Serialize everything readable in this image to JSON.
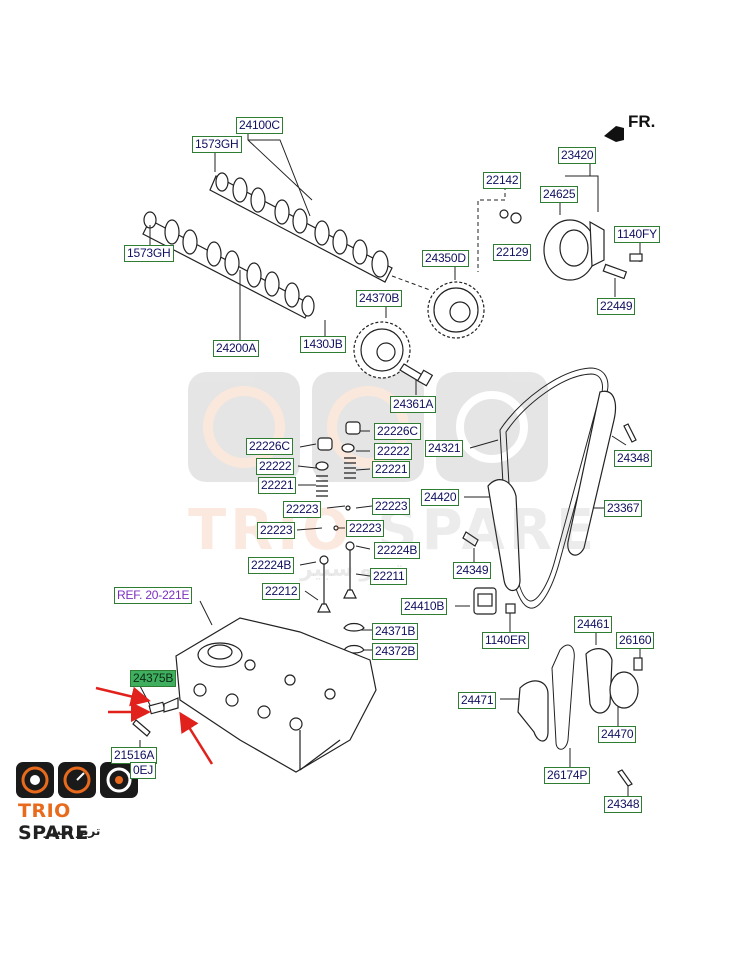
{
  "diagram": {
    "direction_label": "FR.",
    "ref_label": "REF. 20-221E",
    "labels": {
      "l24100C": "24100C",
      "l1573GH_top": "1573GH",
      "l1573GH_bottom": "1573GH",
      "l24200A": "24200A",
      "l1430JB": "1430JB",
      "l24370B": "24370B",
      "l24350D": "24350D",
      "l24361A": "24361A",
      "l22142": "22142",
      "l22129": "22129",
      "l23420": "23420",
      "l24625": "24625",
      "l1140FY": "1140FY",
      "l22449": "22449",
      "l22226C_left": "22226C",
      "l22226C_right": "22226C",
      "l22222_left": "22222",
      "l22222_right": "22222",
      "l22221_left": "22221",
      "l22221_right": "22221",
      "l22223_a": "22223",
      "l22223_b": "22223",
      "l22223_c": "22223",
      "l22223_d": "22223",
      "l22224B_left": "22224B",
      "l22224B_right": "22224B",
      "l22212": "22212",
      "l22211": "22211",
      "l24321": "24321",
      "l24420": "24420",
      "l24348_top": "24348",
      "l23367": "23367",
      "l24349": "24349",
      "l24410B": "24410B",
      "l1140ER": "1140ER",
      "l24371B": "24371B",
      "l24372B": "24372B",
      "l24375B": "24375B",
      "l21516A": "21516A",
      "l0EJ": "0EJ",
      "l24461": "24461",
      "l26160": "26160",
      "l24471": "24471",
      "l24470": "24470",
      "l26174P": "26174P",
      "l24348_bottom": "24348"
    }
  },
  "watermark": {
    "brand_left": "TRIO",
    "brand_right": "SPARE",
    "arabic": "تريو سبير"
  },
  "colors": {
    "label_border": "#2e7d32",
    "label_text": "#101060",
    "highlight_fill": "#3fae5f",
    "arrow": "#e0211c",
    "brand_orange": "#e86a1c"
  }
}
